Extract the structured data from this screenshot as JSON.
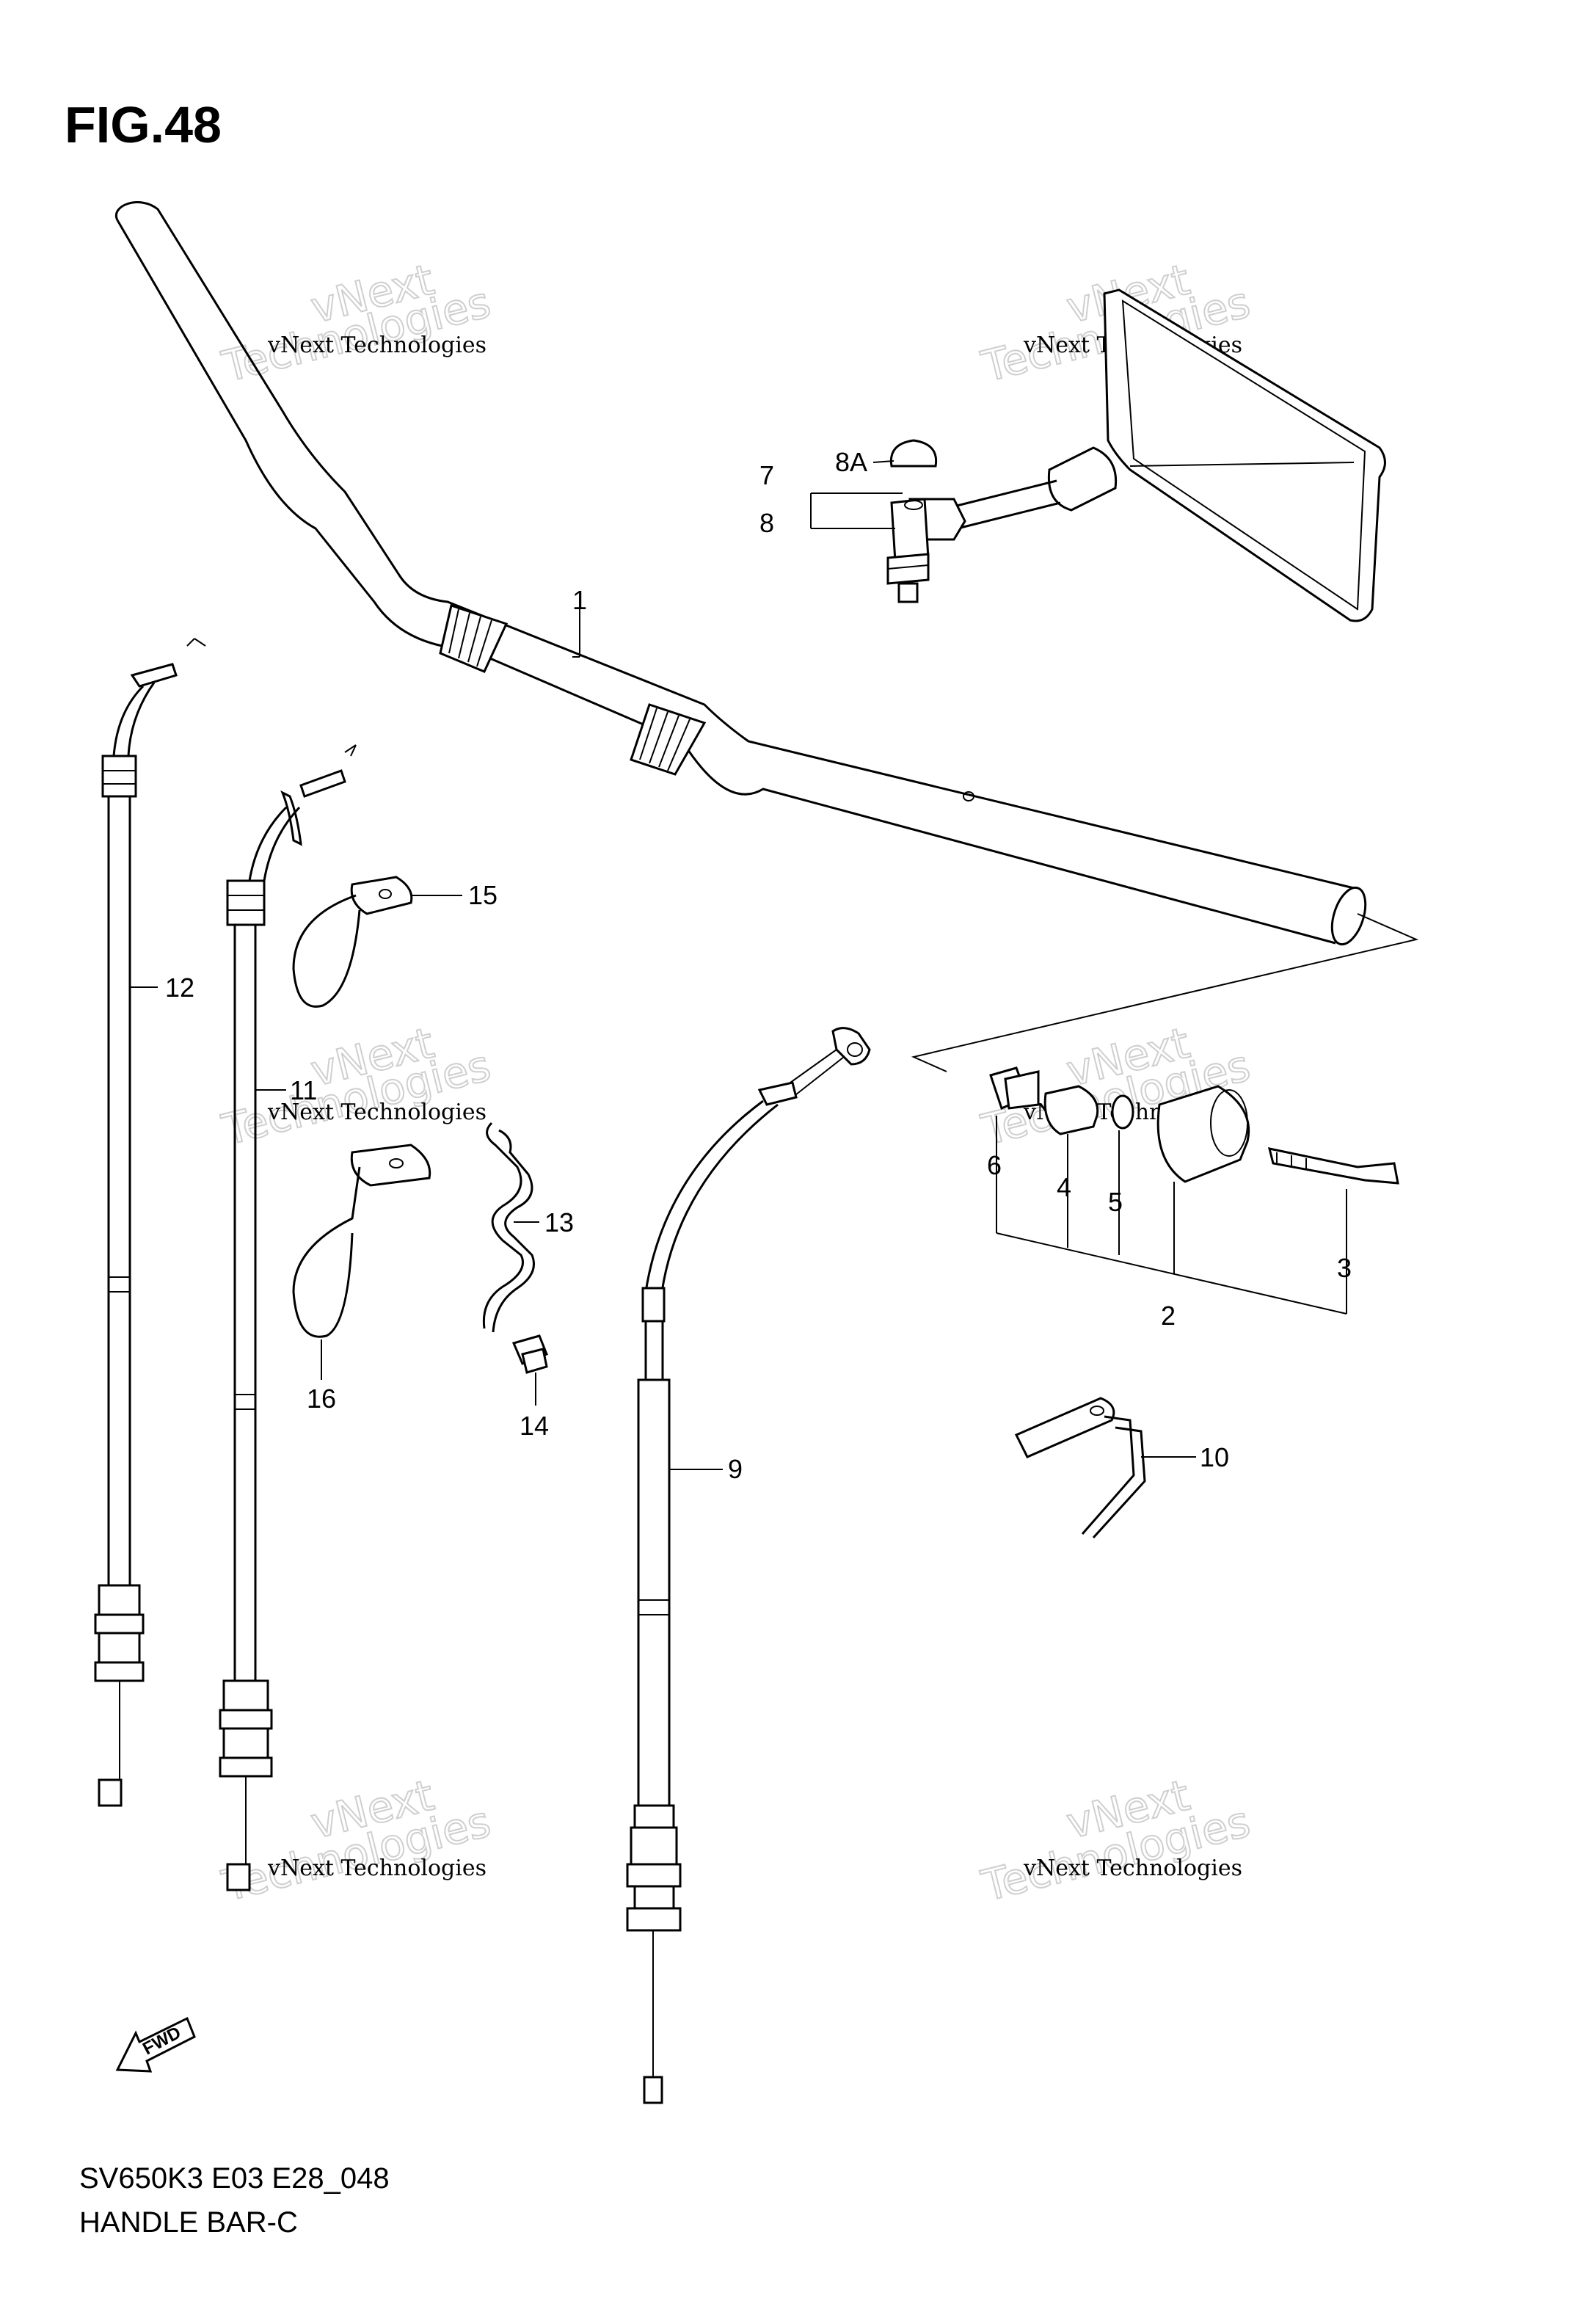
{
  "figure": {
    "title": "FIG.48"
  },
  "footer": {
    "model_code": "SV650K3 E03 E28_048",
    "diagram_name": "HANDLE BAR-C"
  },
  "watermark": {
    "line_small": "vNext Technologies",
    "line_big_1": "vNext",
    "line_big_2": "Technologies"
  },
  "callouts": {
    "c1": "1",
    "c2": "2",
    "c3": "3",
    "c4": "4",
    "c5": "5",
    "c6": "6",
    "c7": "7",
    "c8": "8",
    "c8a": "8A",
    "c9": "9",
    "c10": "10",
    "c11": "11",
    "c12": "12",
    "c13": "13",
    "c14": "14",
    "c15": "15",
    "c16": "16"
  },
  "fwd_label": "FWD"
}
